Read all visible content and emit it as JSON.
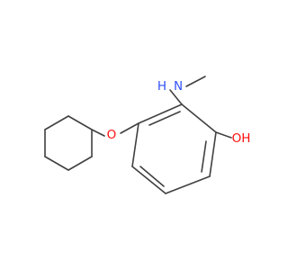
{
  "molecule": {
    "colors": {
      "bond": "#404040",
      "oxygen": "#ff0d0d",
      "nitrogen": "#3050f8",
      "background": "#ffffff"
    },
    "atoms": {
      "ether_oxygen": "O",
      "amine_h": "H",
      "amine_n": "N",
      "hydroxyl": "OH"
    }
  }
}
